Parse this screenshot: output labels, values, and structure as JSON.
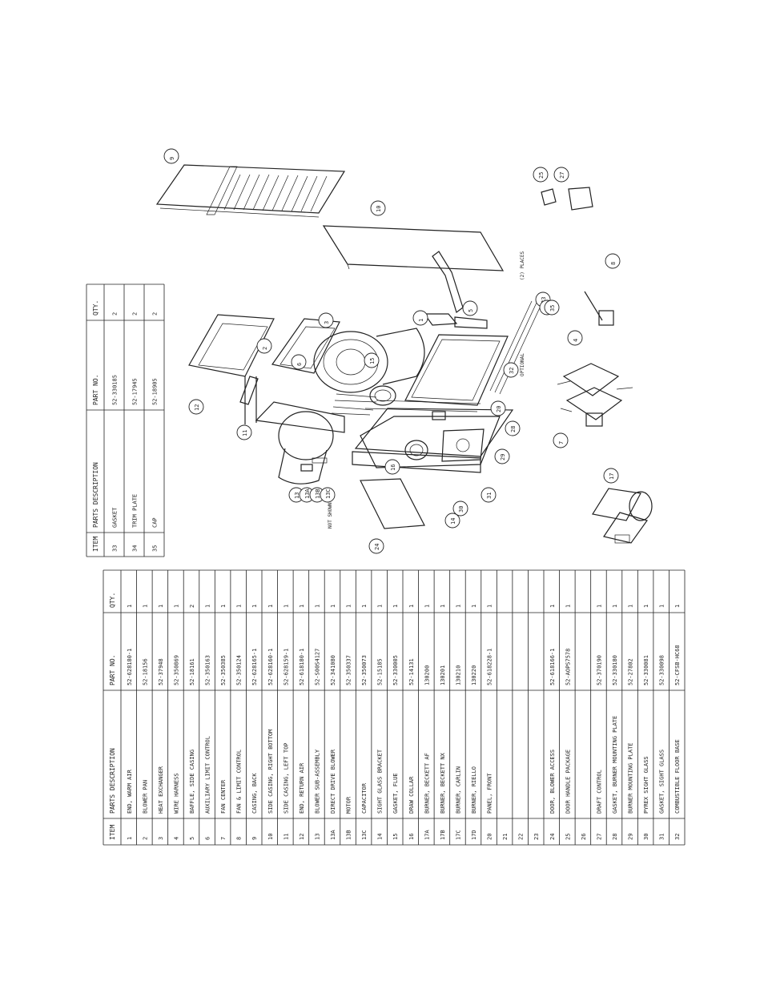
{
  "main_table": {
    "headers": {
      "item": "ITEM",
      "description": "PARTS DESCRIPTION",
      "part_no": "PART NO.",
      "qty": "QTY."
    },
    "rows": [
      {
        "item": "1",
        "description": "END, WARM AIR",
        "part_no": "52-628180-1",
        "qty": "1"
      },
      {
        "item": "2",
        "description": "BLOWER PAN",
        "part_no": "52-18156",
        "qty": "1"
      },
      {
        "item": "3",
        "description": "HEAT EXCHANGER",
        "part_no": "52-37948",
        "qty": "1"
      },
      {
        "item": "4",
        "description": "WIRE HARNESS",
        "part_no": "52-350869",
        "qty": "1"
      },
      {
        "item": "5",
        "description": "BAFFLE, SIDE CASING",
        "part_no": "52-18161",
        "qty": "2"
      },
      {
        "item": "6",
        "description": "AUXILIARY LIMIT CONTROL",
        "part_no": "52-350163",
        "qty": "1"
      },
      {
        "item": "7",
        "description": "FAN CENTER",
        "part_no": "52-350385",
        "qty": "1"
      },
      {
        "item": "8",
        "description": "FAN & LIMIT CONTROL",
        "part_no": "52-350124",
        "qty": "1"
      },
      {
        "item": "9",
        "description": "CASING, BACK",
        "part_no": "52-628165-1",
        "qty": "1"
      },
      {
        "item": "10",
        "description": "SIDE CASING, RIGHT BOTTOM",
        "part_no": "52-628160-1",
        "qty": "1"
      },
      {
        "item": "11",
        "description": "SIDE CASING, LEFT TOP",
        "part_no": "52-628159-1",
        "qty": "1"
      },
      {
        "item": "12",
        "description": "END, RETURN AIR",
        "part_no": "52-618180-1",
        "qty": "1"
      },
      {
        "item": "13",
        "description": "BLOWER SUB-ASSEMBLY",
        "part_no": "52-S00S4127",
        "qty": "1"
      },
      {
        "item": "13A",
        "description": "DIRECT DRIVE BLOWER",
        "part_no": "52-341080",
        "qty": "1"
      },
      {
        "item": "13B",
        "description": "MOTOR",
        "part_no": "52-350337",
        "qty": "1"
      },
      {
        "item": "13C",
        "description": "CAPACITOR",
        "part_no": "52-350073",
        "qty": "1"
      },
      {
        "item": "14",
        "description": "SIGHT GLASS BRACKET",
        "part_no": "52-15185",
        "qty": "1"
      },
      {
        "item": "15",
        "description": "GASKET, FLUE",
        "part_no": "52-330005",
        "qty": "1"
      },
      {
        "item": "16",
        "description": "DRAW COLLAR",
        "part_no": "52-14131",
        "qty": "1"
      },
      {
        "item": "17A",
        "description": "BURNER, BECKETT AF",
        "part_no": "130200",
        "qty": "1"
      },
      {
        "item": "17B",
        "description": "BURNER, BECKETT NX",
        "part_no": "130201",
        "qty": "1"
      },
      {
        "item": "17C",
        "description": "BURNER, CARLIN",
        "part_no": "130210",
        "qty": "1"
      },
      {
        "item": "17D",
        "description": "BURNER, RIELLO",
        "part_no": "130220",
        "qty": "1"
      },
      {
        "item": "20",
        "description": "PANEL, FRONT",
        "part_no": "52-618228-1",
        "qty": "1"
      },
      {
        "item": "21",
        "description": "",
        "part_no": "",
        "qty": ""
      },
      {
        "item": "22",
        "description": "",
        "part_no": "",
        "qty": ""
      },
      {
        "item": "23",
        "description": "",
        "part_no": "",
        "qty": ""
      },
      {
        "item": "24",
        "description": "DOOR, BLOWER ACCESS",
        "part_no": "52-618166-1",
        "qty": "1"
      },
      {
        "item": "25",
        "description": "DOOR HANDLE PACKAGE",
        "part_no": "52-AOPS7578",
        "qty": "1"
      },
      {
        "item": "26",
        "description": "",
        "part_no": "",
        "qty": ""
      },
      {
        "item": "27",
        "description": "DRAFT CONTROL",
        "part_no": "52-370190",
        "qty": "1"
      },
      {
        "item": "28",
        "description": "GASKET, BURNER MOUNTING PLATE",
        "part_no": "52-330180",
        "qty": "1"
      },
      {
        "item": "29",
        "description": "BURNER MOUNTING PLATE",
        "part_no": "52-27802",
        "qty": "1"
      },
      {
        "item": "30",
        "description": "PYREX SIGHT GLASS",
        "part_no": "52-330081",
        "qty": "1"
      },
      {
        "item": "31",
        "description": "GASKET, SIGHT GLASS",
        "part_no": "52-330098",
        "qty": "1"
      },
      {
        "item": "32",
        "description": "COMBUSTIBLE FLOOR BASE",
        "part_no": "52-CFSB-HC68",
        "qty": "1"
      }
    ]
  },
  "small_table": {
    "headers": {
      "item": "ITEM",
      "description": "PARTS DESCRIPTION",
      "part_no": "PART NO.",
      "qty": "QTY."
    },
    "rows": [
      {
        "item": "33",
        "description": "GASKET",
        "part_no": "52-330185",
        "qty": "2"
      },
      {
        "item": "34",
        "description": "TRIM PLATE",
        "part_no": "52-17945",
        "qty": "2"
      },
      {
        "item": "35",
        "description": "CAP",
        "part_no": "52-18905",
        "qty": "2"
      }
    ]
  },
  "diagram": {
    "balloons": [
      "9",
      "25",
      "27",
      "10",
      "12",
      "2",
      "3",
      "6",
      "1",
      "15",
      "11",
      "5",
      "33",
      "34",
      "35",
      "8",
      "4",
      "7",
      "32",
      "20",
      "28",
      "13",
      "13A",
      "13B",
      "13C",
      "16",
      "29",
      "31",
      "30",
      "14",
      "17",
      "24"
    ],
    "notes": {
      "places": "(2) PLACES",
      "optional": "OPTIONAL",
      "not_shown": "NOT SHOWN"
    }
  }
}
